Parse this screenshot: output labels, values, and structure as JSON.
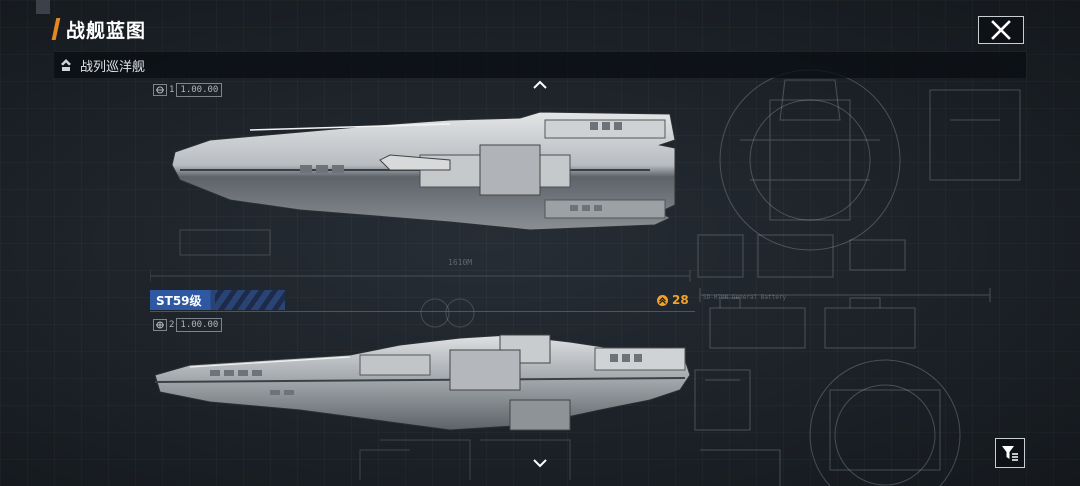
{
  "header": {
    "title": "战舰蓝图",
    "close_icon": "close-icon"
  },
  "category": {
    "label": "战列巡洋舰",
    "icon": "rank-chevron-icon"
  },
  "nav": {
    "up_icon": "chevron-up-icon",
    "down_icon": "chevron-down-icon"
  },
  "ships": [
    {
      "variant_num": "1",
      "scale": "1.00.00",
      "length_label": "1610M"
    },
    {
      "name": "ST59级",
      "variant_num": "2",
      "scale": "1.00.00",
      "cost": "28",
      "cost_icon": "command-point-icon"
    }
  ],
  "blueprint_labels": {
    "battery": "SD-H70R General Battery"
  },
  "filter": {
    "icon": "filter-icon"
  },
  "colors": {
    "accent": "#e28a1f",
    "cost": "#f0a22a",
    "name_banner": "#2f58a3"
  }
}
